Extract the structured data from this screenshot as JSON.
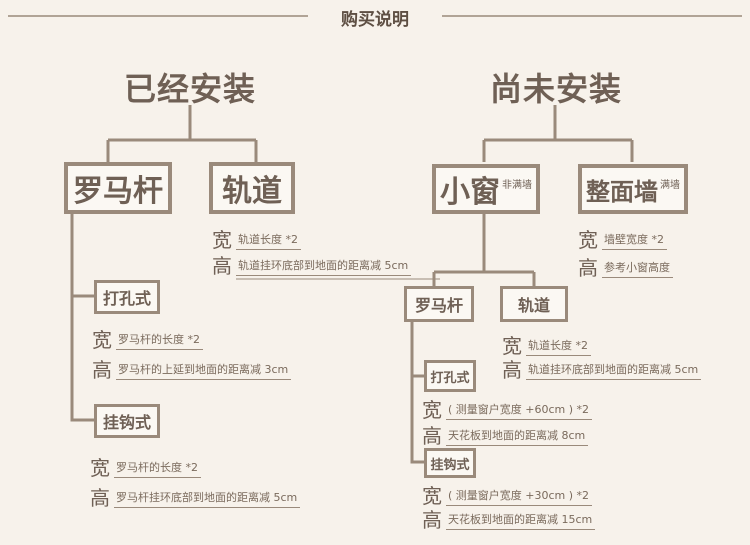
{
  "header": {
    "title": "购买说明"
  },
  "installed": {
    "title": "已经安装",
    "rod": {
      "label": "罗马杆",
      "drilled": {
        "label": "打孔式",
        "width_key": "宽",
        "width_text": "罗马杆的长度 *2",
        "height_key": "高",
        "height_text": "罗马杆的上延到地面的距离减 3cm"
      },
      "hanging": {
        "label": "挂钩式",
        "width_key": "宽",
        "width_text": "罗马杆的长度 *2",
        "height_key": "高",
        "height_text": "罗马杆挂环底部到地面的距离减 5cm"
      }
    },
    "track": {
      "label": "轨道",
      "width_key": "宽",
      "width_text": "轨道长度 *2",
      "height_key": "高",
      "height_text": "轨道挂环底部到地面的距离减 5cm"
    }
  },
  "not_installed": {
    "title": "尚未安装",
    "small_window": {
      "label": "小窗",
      "tag": "非满墙",
      "rod": {
        "label": "罗马杆",
        "drilled": {
          "label": "打孔式",
          "width_key": "宽",
          "width_text": "( 测量窗户宽度 +60cm ) *2",
          "height_key": "高",
          "height_text": "天花板到地面的距离减 8cm"
        },
        "hanging": {
          "label": "挂钩式",
          "width_key": "宽",
          "width_text": "( 测量窗户宽度 +30cm ) *2",
          "height_key": "高",
          "height_text": "天花板到地面的距离减 15cm"
        }
      },
      "track": {
        "label": "轨道",
        "width_key": "宽",
        "width_text": "轨道长度 *2",
        "height_key": "高",
        "height_text": "轨道挂环底部到地面的距离减 5cm"
      }
    },
    "full_wall": {
      "label": "整面墙",
      "tag": "满墙",
      "width_key": "宽",
      "width_text": "墙壁宽度 *2",
      "height_key": "高",
      "height_text": "参考小窗高度"
    }
  },
  "colors": {
    "background": "#f7f2eb",
    "line": "#9a8a7b",
    "text": "#6f6055"
  }
}
